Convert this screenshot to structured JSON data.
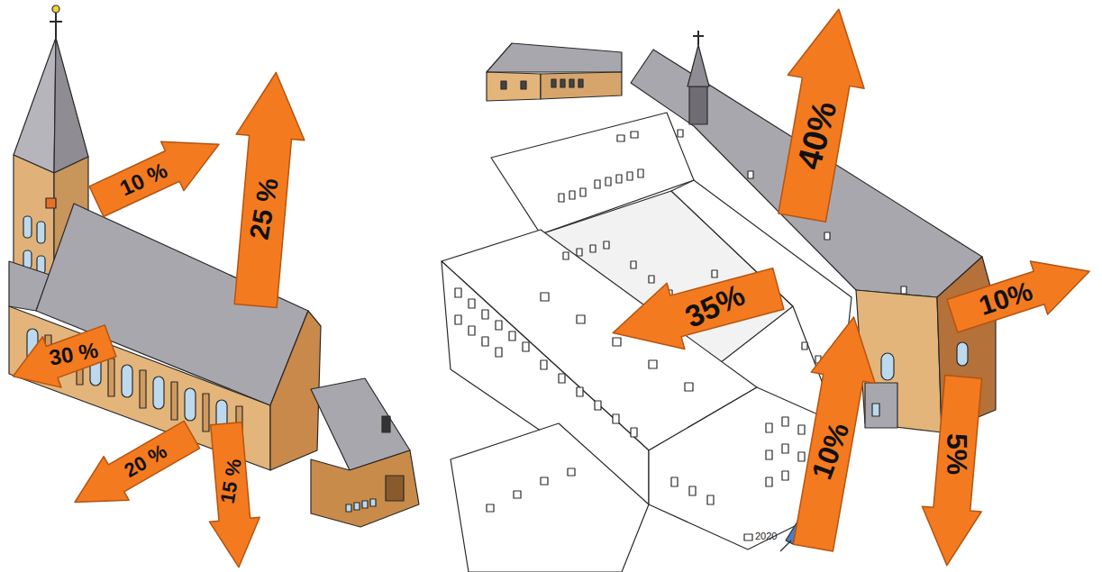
{
  "diagram": {
    "nodes": [
      {
        "text": [
          "10 %"
        ]
      },
      {
        "text": [
          "25 %"
        ]
      },
      {
        "text": [
          "30 %"
        ]
      },
      {
        "text": [
          "20 %"
        ]
      },
      {
        "text": [
          "15 %"
        ]
      },
      {
        "text": [
          "40%"
        ]
      },
      {
        "text": [
          "35%"
        ]
      },
      {
        "text": [
          "10%"
        ]
      },
      {
        "text": [
          "10%"
        ]
      },
      {
        "text": [
          "5%"
        ]
      }
    ],
    "labels": [
      "2020"
    ]
  }
}
